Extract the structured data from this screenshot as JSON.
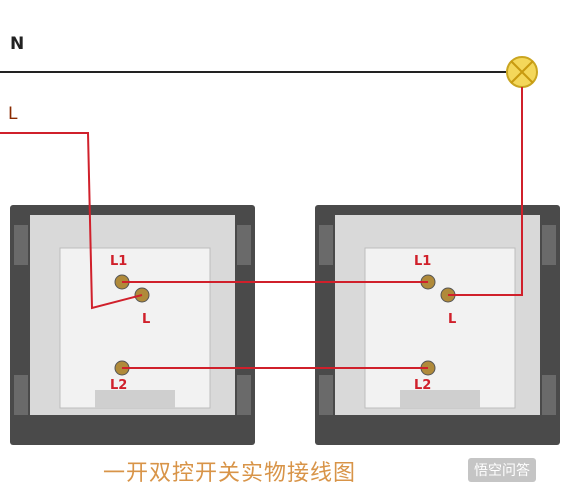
{
  "wires": {
    "neutral_label": "N",
    "line_label": "L"
  },
  "switches": [
    {
      "t1": "L1",
      "t_common": "L",
      "t2": "L2"
    },
    {
      "t1": "L1",
      "t_common": "L",
      "t2": "L2"
    }
  ],
  "caption": "一开双控开关实物接线图",
  "watermark": "悟空问答",
  "colors": {
    "wire": "#d0202b",
    "neutral": "#222222",
    "lamp": "#f4d75a",
    "caption": "#d89448"
  }
}
